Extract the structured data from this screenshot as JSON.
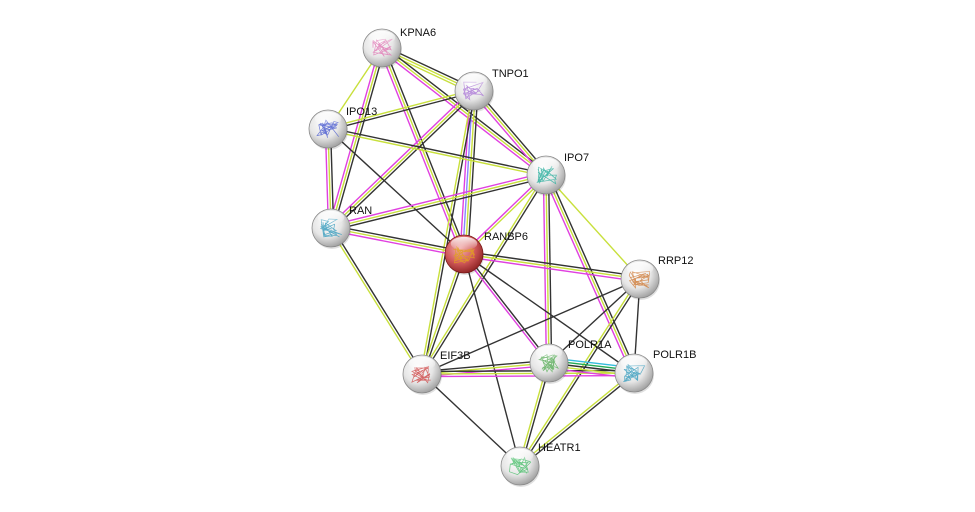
{
  "network": {
    "query_protein": "RANBP6",
    "edge_colors": {
      "textmining": "#c8e03c",
      "coexpression": "#333333",
      "experiments": "#e040e0",
      "databases": "#33bbdd",
      "homology": "#8888ff",
      "neighborhood": "#22aa55"
    },
    "node_colors": {
      "query": "#cc4444",
      "default": "#d8d8d8"
    },
    "nodes": [
      {
        "id": "KPNA6",
        "label": "KPNA6",
        "query": false,
        "glyph": "#e080b8"
      },
      {
        "id": "TNPO1",
        "label": "TNPO1",
        "query": false,
        "glyph": "#b080d8"
      },
      {
        "id": "IPO13",
        "label": "IPO13",
        "query": false,
        "glyph": "#5060d0"
      },
      {
        "id": "IPO7",
        "label": "IPO7",
        "query": false,
        "glyph": "#30b0a0"
      },
      {
        "id": "RAN",
        "label": "RAN",
        "query": false,
        "glyph": "#40a0c0"
      },
      {
        "id": "RANBP6",
        "label": "RANBP6",
        "query": true,
        "glyph": "#e0a020"
      },
      {
        "id": "RRP12",
        "label": "RRP12",
        "query": false,
        "glyph": "#d08040"
      },
      {
        "id": "EIF3B",
        "label": "EIF3B",
        "query": false,
        "glyph": "#d05050"
      },
      {
        "id": "POLR1A",
        "label": "POLR1A",
        "query": false,
        "glyph": "#60b060"
      },
      {
        "id": "POLR1B",
        "label": "POLR1B",
        "query": false,
        "glyph": "#40a0c0"
      },
      {
        "id": "HEATR1",
        "label": "HEATR1",
        "query": false,
        "glyph": "#50c070"
      }
    ],
    "edges": [
      {
        "a": "KPNA6",
        "b": "TNPO1",
        "types": [
          "coexpression",
          "textmining",
          "textmining"
        ]
      },
      {
        "a": "KPNA6",
        "b": "IPO13",
        "types": [
          "textmining"
        ]
      },
      {
        "a": "KPNA6",
        "b": "RAN",
        "types": [
          "coexpression",
          "textmining",
          "experiments"
        ]
      },
      {
        "a": "KPNA6",
        "b": "RANBP6",
        "types": [
          "coexpression",
          "textmining",
          "experiments"
        ]
      },
      {
        "a": "KPNA6",
        "b": "IPO7",
        "types": [
          "coexpression",
          "textmining",
          "experiments"
        ]
      },
      {
        "a": "TNPO1",
        "b": "IPO13",
        "types": [
          "coexpression",
          "textmining"
        ]
      },
      {
        "a": "TNPO1",
        "b": "IPO7",
        "types": [
          "coexpression",
          "textmining",
          "experiments"
        ]
      },
      {
        "a": "TNPO1",
        "b": "RANBP6",
        "types": [
          "coexpression",
          "textmining",
          "homology",
          "experiments"
        ]
      },
      {
        "a": "TNPO1",
        "b": "RAN",
        "types": [
          "coexpression",
          "textmining",
          "experiments"
        ]
      },
      {
        "a": "TNPO1",
        "b": "EIF3B",
        "types": [
          "coexpression",
          "textmining"
        ]
      },
      {
        "a": "IPO13",
        "b": "IPO7",
        "types": [
          "coexpression",
          "textmining"
        ]
      },
      {
        "a": "IPO13",
        "b": "RAN",
        "types": [
          "coexpression",
          "textmining",
          "experiments"
        ]
      },
      {
        "a": "IPO13",
        "b": "RANBP6",
        "types": [
          "coexpression"
        ]
      },
      {
        "a": "IPO7",
        "b": "RAN",
        "types": [
          "coexpression",
          "textmining",
          "experiments"
        ]
      },
      {
        "a": "IPO7",
        "b": "RANBP6",
        "types": [
          "textmining",
          "experiments"
        ]
      },
      {
        "a": "IPO7",
        "b": "RRP12",
        "types": [
          "textmining"
        ]
      },
      {
        "a": "IPO7",
        "b": "POLR1A",
        "types": [
          "coexpression",
          "textmining",
          "experiments"
        ]
      },
      {
        "a": "IPO7",
        "b": "POLR1B",
        "types": [
          "coexpression",
          "textmining",
          "experiments"
        ]
      },
      {
        "a": "IPO7",
        "b": "EIF3B",
        "types": [
          "coexpression",
          "textmining"
        ]
      },
      {
        "a": "RAN",
        "b": "RANBP6",
        "types": [
          "coexpression",
          "textmining",
          "experiments"
        ]
      },
      {
        "a": "RAN",
        "b": "EIF3B",
        "types": [
          "coexpression",
          "textmining"
        ]
      },
      {
        "a": "RANBP6",
        "b": "RRP12",
        "types": [
          "coexpression",
          "textmining",
          "experiments"
        ]
      },
      {
        "a": "RANBP6",
        "b": "EIF3B",
        "types": [
          "coexpression",
          "textmining"
        ]
      },
      {
        "a": "RANBP6",
        "b": "POLR1A",
        "types": [
          "coexpression",
          "experiments"
        ]
      },
      {
        "a": "RANBP6",
        "b": "POLR1B",
        "types": [
          "coexpression"
        ]
      },
      {
        "a": "RANBP6",
        "b": "HEATR1",
        "types": [
          "coexpression"
        ]
      },
      {
        "a": "RRP12",
        "b": "EIF3B",
        "types": [
          "coexpression"
        ]
      },
      {
        "a": "RRP12",
        "b": "POLR1B",
        "types": [
          "coexpression"
        ]
      },
      {
        "a": "RRP12",
        "b": "HEATR1",
        "types": [
          "coexpression",
          "textmining"
        ]
      },
      {
        "a": "RRP12",
        "b": "POLR1A",
        "types": [
          "coexpression"
        ]
      },
      {
        "a": "EIF3B",
        "b": "POLR1A",
        "types": [
          "coexpression",
          "textmining",
          "experiments"
        ]
      },
      {
        "a": "EIF3B",
        "b": "POLR1B",
        "types": [
          "coexpression",
          "textmining",
          "experiments"
        ]
      },
      {
        "a": "EIF3B",
        "b": "HEATR1",
        "types": [
          "coexpression"
        ]
      },
      {
        "a": "POLR1A",
        "b": "POLR1B",
        "types": [
          "databases",
          "neighborhood",
          "coexpression",
          "textmining",
          "experiments"
        ]
      },
      {
        "a": "POLR1A",
        "b": "HEATR1",
        "types": [
          "coexpression",
          "textmining"
        ]
      },
      {
        "a": "POLR1B",
        "b": "HEATR1",
        "types": [
          "coexpression",
          "textmining"
        ]
      }
    ]
  }
}
